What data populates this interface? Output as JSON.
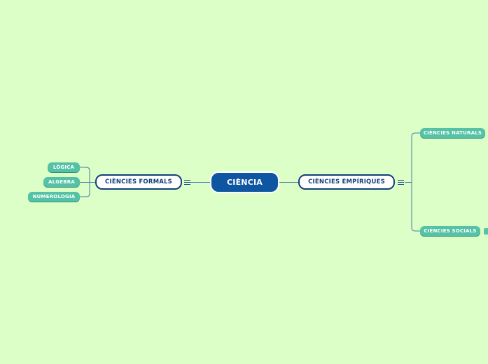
{
  "central": {
    "label": "CIÈNCIA"
  },
  "branches": {
    "formals": {
      "label": "CIÈNCIES FORMALS",
      "children": [
        "LÒGICA",
        "ALGEBRA",
        "NUMEROLOGIA"
      ]
    },
    "empiriques": {
      "label": "CIÈNCIES EMPÍRIQUES",
      "children": [
        "CIÈNCIES NATURALS",
        "CIÈNCIES SOCIALS"
      ]
    }
  },
  "icons": {
    "collapse": "collapse-lines-icon"
  },
  "colors": {
    "background": "#dcffc8",
    "central_fill": "#0e56a2",
    "main_border": "#123e7a",
    "sub_fill": "#55c2a6",
    "link": "#4d7aa8"
  }
}
